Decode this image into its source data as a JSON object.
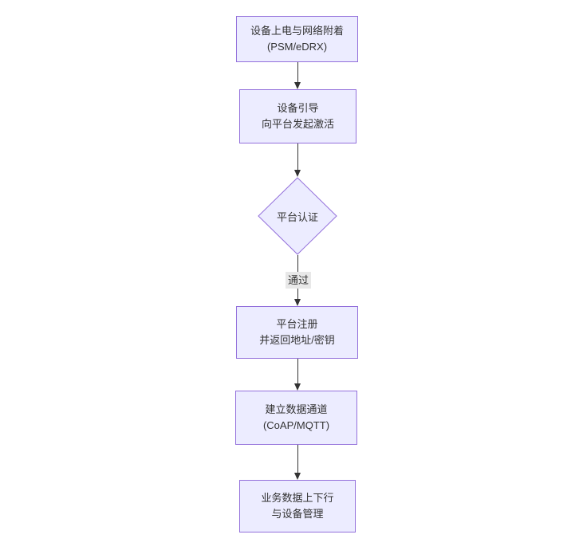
{
  "diagram": {
    "title": "device-onboarding-flowchart",
    "nodes": {
      "power_attach": {
        "line1": "设备上电与网络附着",
        "line2": "(PSM/eDRX)"
      },
      "bootstrap": {
        "line1": "设备引导",
        "line2": "向平台发起激活"
      },
      "auth_decision": {
        "label": "平台认证"
      },
      "register": {
        "line1": "平台注册",
        "line2": "并返回地址/密钥"
      },
      "data_channel": {
        "line1": "建立数据通道",
        "line2": "(CoAP/MQTT)"
      },
      "business": {
        "line1": "业务数据上下行",
        "line2": "与设备管理"
      }
    },
    "edge_labels": {
      "auth_pass": "通过"
    },
    "colors": {
      "node_fill": "#ECECFF",
      "node_border": "#9370DB",
      "text": "#333333",
      "arrow": "#333333",
      "edge_label_bg": "#E8E8E8"
    }
  }
}
